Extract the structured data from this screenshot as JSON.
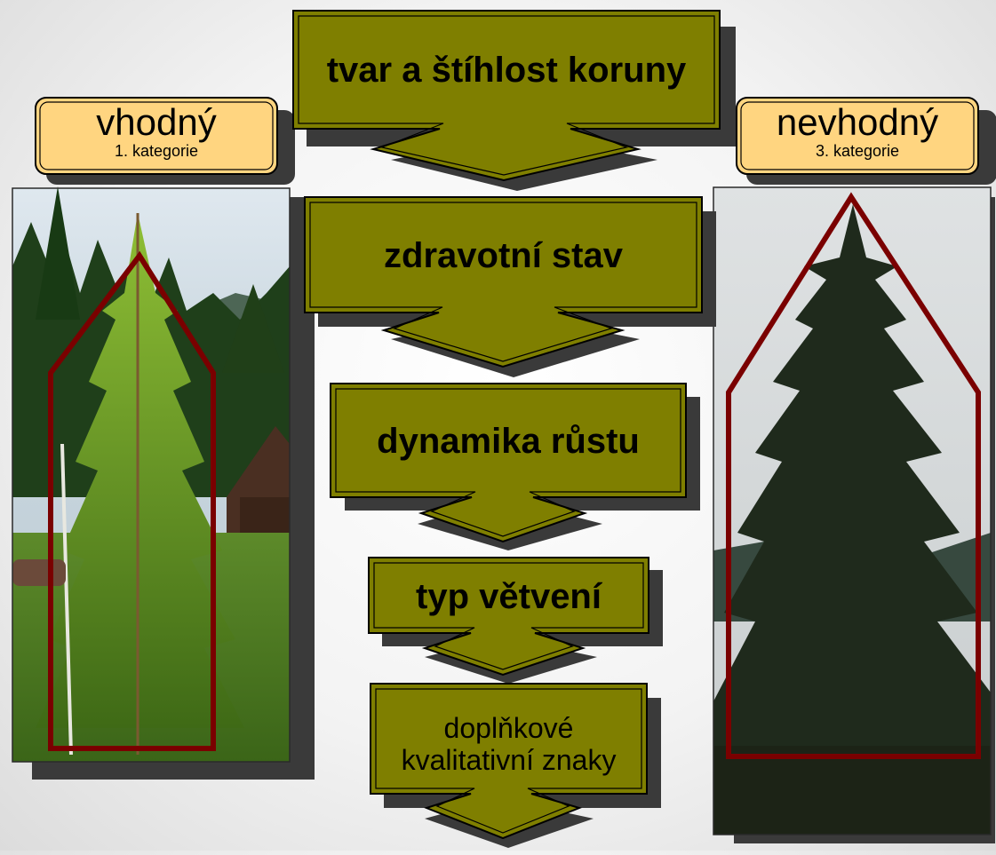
{
  "left_label": {
    "title": "vhodný",
    "subtitle": "1. kategorie"
  },
  "right_label": {
    "title": "nevhodný",
    "subtitle": "3. kategorie"
  },
  "steps": [
    {
      "label": "tvar a štíhlost koruny",
      "bold": true
    },
    {
      "label": "zdravotní stav",
      "bold": true
    },
    {
      "label": "dynamika růstu",
      "bold": true
    },
    {
      "label": "typ větvení",
      "bold": true
    },
    {
      "label": "doplňkové\nkvalitativní znaky",
      "bold": false
    }
  ],
  "colors": {
    "step_fill": "#7f7f00",
    "label_fill": "#ffd580",
    "outline_red": "#7a0000",
    "shadow": "#3a3a3a"
  },
  "icons": {
    "left_photo": "young-spruce-tree-photo",
    "right_photo": "mature-spruce-tree-photo"
  }
}
